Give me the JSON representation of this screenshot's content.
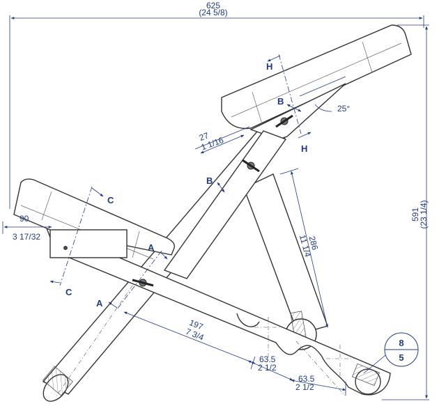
{
  "dimensions": {
    "overall_width": {
      "mm": "625",
      "in": "(24 5/8)"
    },
    "overall_height": {
      "mm": "591",
      "in": "(23 1/4)"
    },
    "seat_depth": {
      "mm": "90",
      "in": "3 17/32"
    },
    "back_offset": {
      "mm": "27",
      "in": "1 1/16"
    },
    "upright_len": {
      "mm": "286",
      "in": "11 1/4"
    },
    "base_len": {
      "mm": "197",
      "in": "7 3/4"
    },
    "notch_1": {
      "mm": "63.5",
      "in": "2 1/2"
    },
    "notch_2": {
      "mm": "63.5",
      "in": "2 1/2"
    },
    "angle": "25°"
  },
  "section_labels": {
    "h_top": "H",
    "h_bottom": "H",
    "b_top": "B",
    "b_mid": "B",
    "c_top": "C",
    "c_bottom": "C",
    "a_top": "A",
    "a_bottom": "A"
  },
  "detail_bubble": {
    "top": "8",
    "bottom": "5"
  }
}
